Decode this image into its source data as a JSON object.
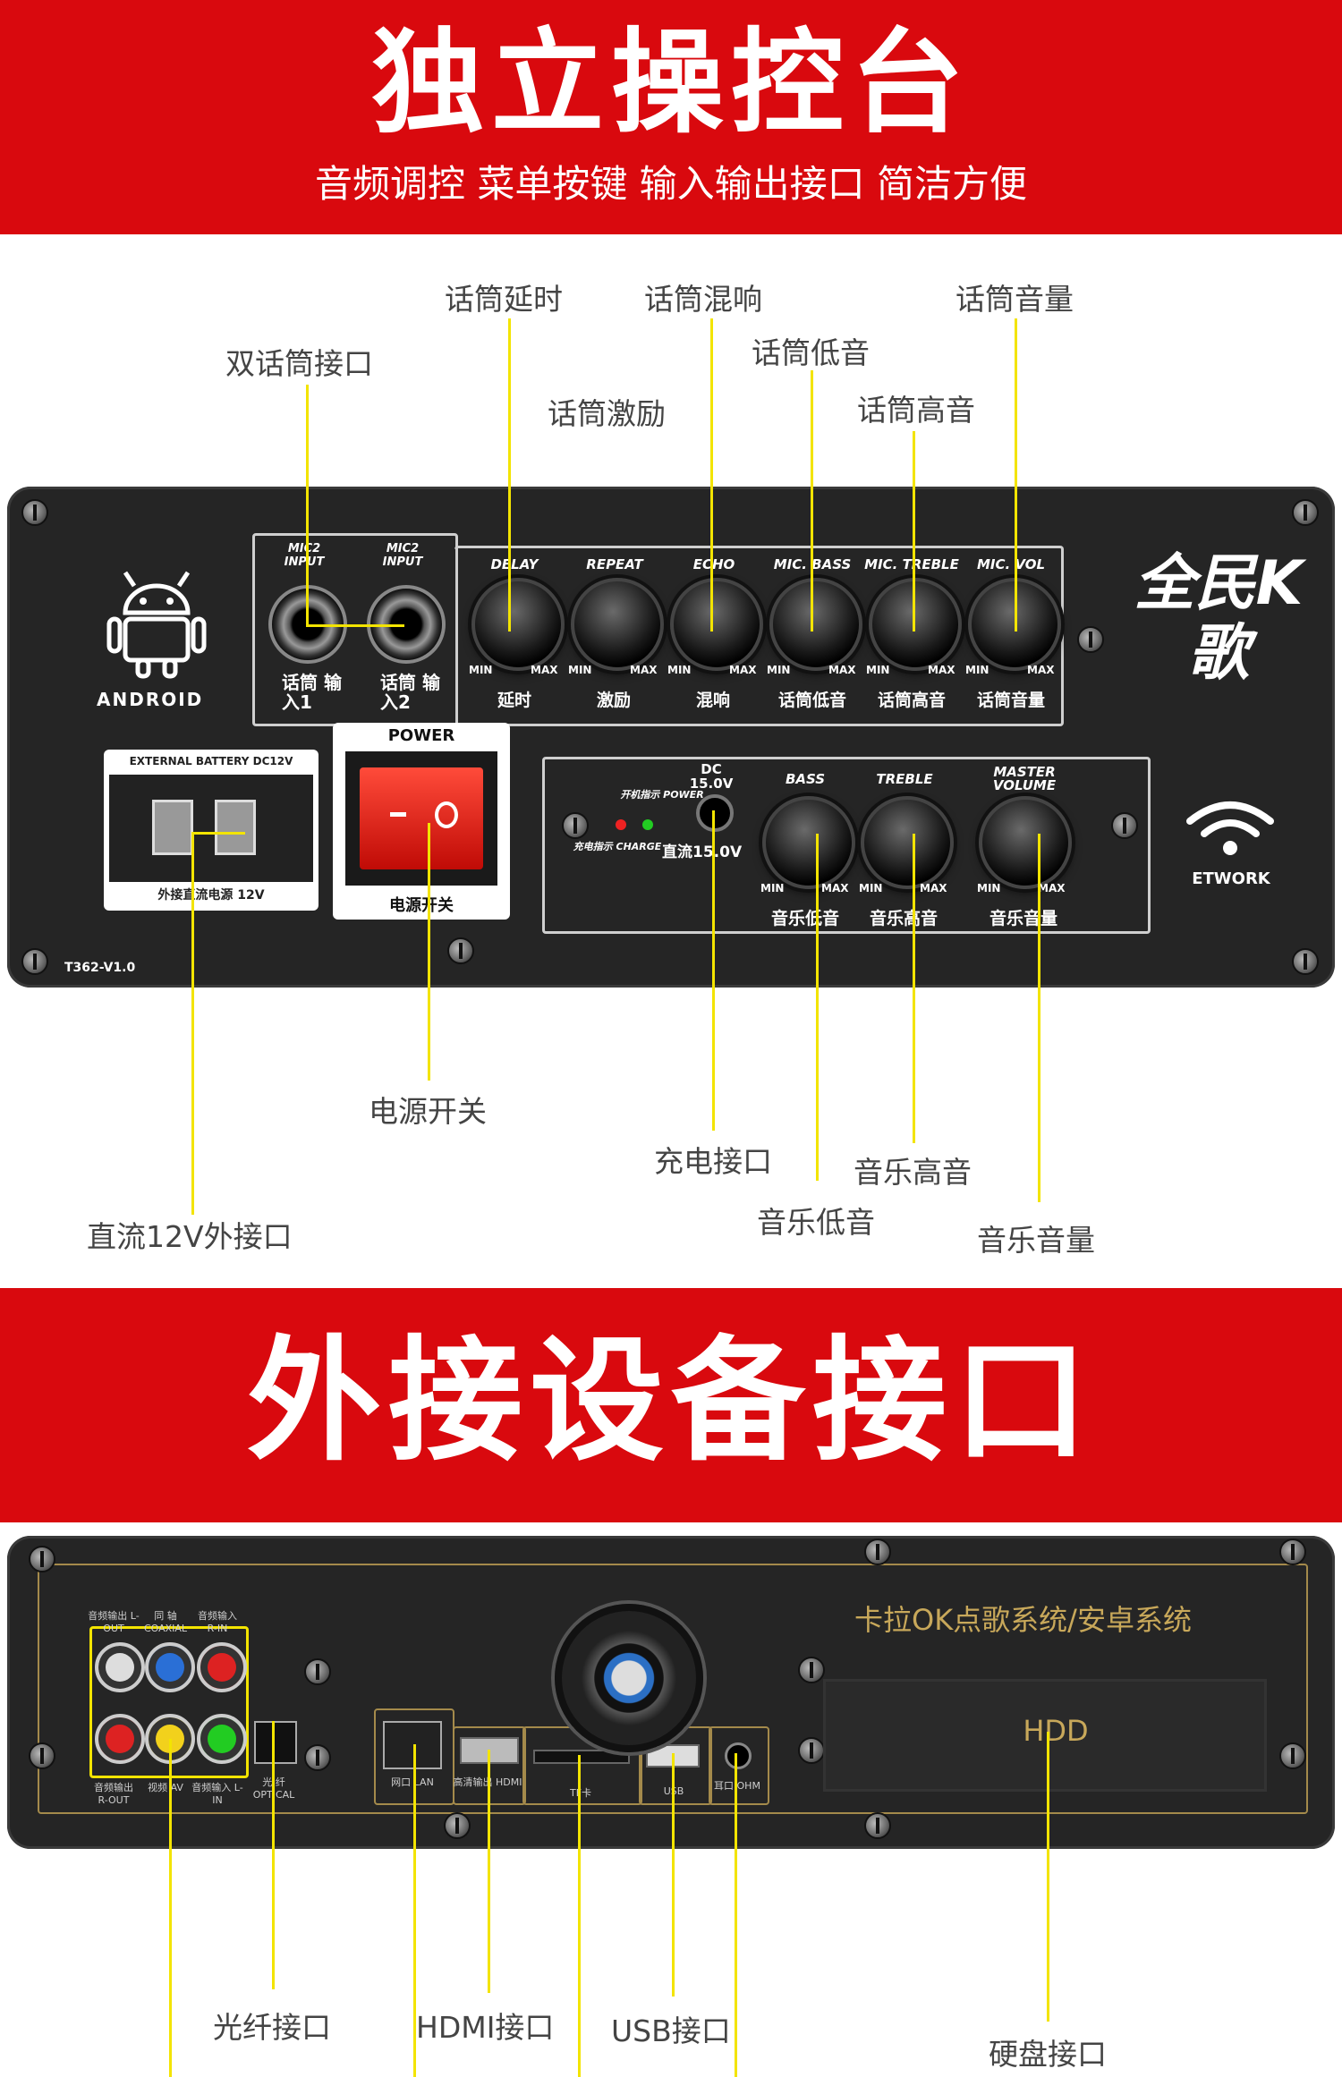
{
  "section1": {
    "title": "独立操控台",
    "subtitle": "音频调控 菜单按键 输入输出接口 简洁方便"
  },
  "callouts_top": {
    "mic_delay": "话筒延时",
    "mic_reverb": "话筒混响",
    "mic_volume": "话筒音量",
    "dual_mic_input": "双话筒接口",
    "mic_bass": "话筒低音",
    "mic_repeat": "话筒激励",
    "mic_treble": "话筒高音"
  },
  "panel1": {
    "android_text": "ANDROID",
    "brand_text": "全民K歌",
    "mic_inputs": [
      {
        "en": "MIC2 INPUT",
        "cn": "话筒 输入1"
      },
      {
        "en": "MIC2 INPUT",
        "cn": "话筒 输入2"
      }
    ],
    "mic_knobs": [
      {
        "en": "DELAY",
        "cn": "延时"
      },
      {
        "en": "REPEAT",
        "cn": "激励"
      },
      {
        "en": "ECHO",
        "cn": "混响"
      },
      {
        "en": "MIC. BASS",
        "cn": "话筒低音"
      },
      {
        "en": "MIC. TREBLE",
        "cn": "话筒高音"
      },
      {
        "en": "MIC. VOL",
        "cn": "话筒音量"
      }
    ],
    "min": "MIN",
    "max": "MAX",
    "battery_en": "EXTERNAL BATTERY DC12V",
    "battery_cn": "外接直流电源 12V",
    "power_title": "POWER",
    "power_cn": "电源开关",
    "dc_label": "DC 15.0V",
    "dc_cn": "直流15.0V",
    "power_led": "开机指示 POWER",
    "charge_led": "充电指示 CHARGE",
    "music_knobs": [
      {
        "en": "BASS",
        "cn": "音乐低音"
      },
      {
        "en": "TREBLE",
        "cn": "音乐高音"
      },
      {
        "en": "MASTER VOLUME",
        "cn": "音乐音量"
      }
    ],
    "network_text": "ETWORK",
    "model": "T362-V1.0"
  },
  "callouts_mid": {
    "power_switch": "电源开关",
    "dc12v": "直流12V外接口",
    "charge_port": "充电接口",
    "music_treble": "音乐高音",
    "music_bass": "音乐低音",
    "music_volume": "音乐音量"
  },
  "section2": {
    "title": "外接设备接口"
  },
  "panel2": {
    "system_text": "卡拉OK点歌系统/安卓系统",
    "hdd_text": "HDD",
    "rca_labels_top": [
      "音频输出 L-OUT",
      "同 轴 COAXIAL",
      "音频输入 R-IN"
    ],
    "rca_labels_bottom": [
      "音频输出 R-OUT",
      "视频 AV",
      "音频输入 L-IN"
    ],
    "optical_label": "光 纤 OPTICAL",
    "lan_label": "网口 LAN",
    "hdmi_label": "高清输出 HDMI",
    "tf_label": "TF卡",
    "usb_label": "USB",
    "mic_label": "耳口 OHM"
  },
  "callouts_bottom": {
    "optical": "光纤接口",
    "hdmi": "HDMI接口",
    "usb": "USB接口",
    "hdd": "硬盘接口"
  },
  "colors": {
    "banner_red": "#d9090e",
    "callout_yellow": "#f3e400",
    "panel_dark": "#252525"
  }
}
